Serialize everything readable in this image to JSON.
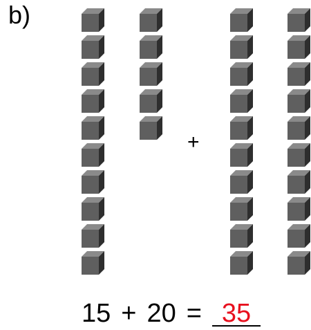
{
  "label": "b)",
  "operator_plus": "+",
  "cubes": {
    "color_front": "#5f5f5f",
    "color_top": "#8a8a8a",
    "color_side": "#2e2e2e",
    "columns": [
      10,
      5,
      10,
      10
    ]
  },
  "equation": {
    "left": "15",
    "op": "+",
    "right": "20",
    "eq": "=",
    "answer": "35",
    "answer_color": "#e8101e"
  }
}
